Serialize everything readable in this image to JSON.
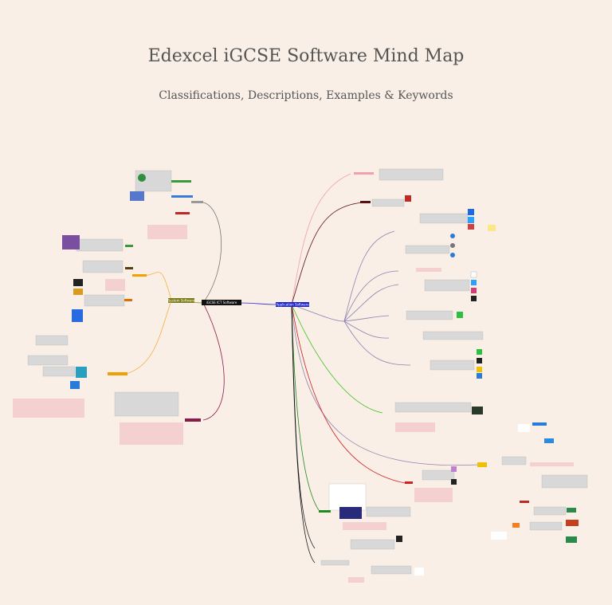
{
  "title": "Edexcel iGCSE Software Mind Map",
  "subtitle": "Classifications, Descriptions, Examples & Keywords",
  "central_node": "iGCSE ICT Software",
  "branches": {
    "system": "System Software",
    "application": "Application Software"
  },
  "colors": {
    "background": "#f9efe6",
    "text": "#555555",
    "central": "#111111",
    "application": "#1a22cc",
    "system": "#7a7a18"
  }
}
